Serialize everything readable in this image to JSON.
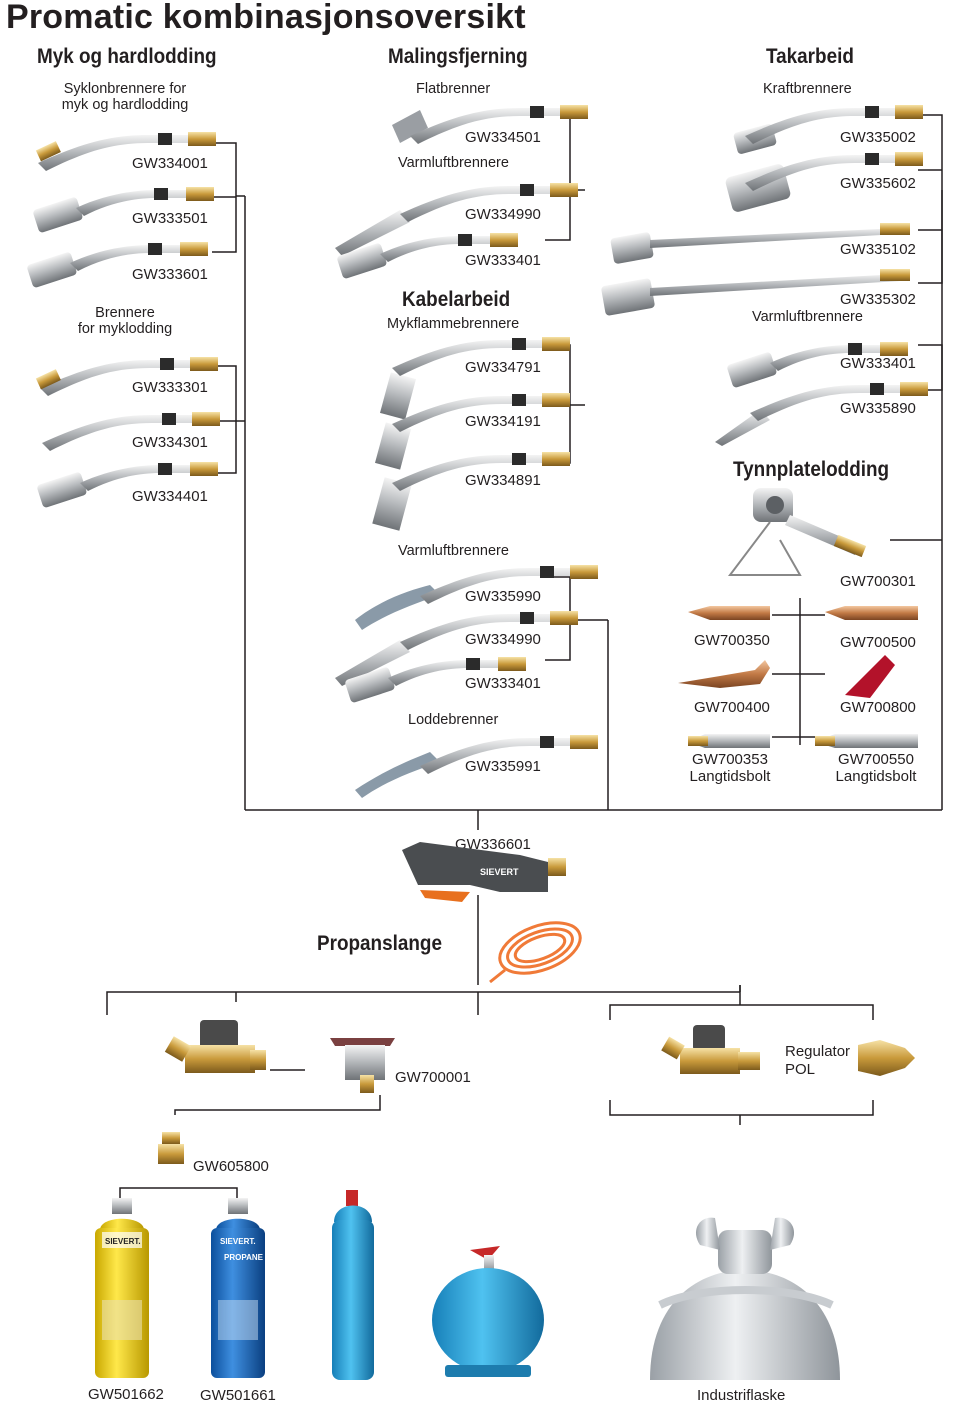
{
  "title": "Promatic kombinasjonsoversikt",
  "sections": {
    "myk": {
      "heading": "Myk og hardlodding",
      "subtitle1": "Syklonbrennere for",
      "subtitle2": "myk og hardlodding",
      "codes": [
        "GW334001",
        "GW333501",
        "GW333601"
      ],
      "subtitle_b1": "Brennere",
      "subtitle_b2": "for myklodding",
      "codes_b": [
        "GW333301",
        "GW334301",
        "GW334401"
      ]
    },
    "maling": {
      "heading": "Malingsfjerning",
      "sub_flat": "Flatbrenner",
      "code_flat": "GW334501",
      "sub_varm": "Varmluftbrennere",
      "codes_varm": [
        "GW334990",
        "GW333401"
      ]
    },
    "kabel": {
      "heading": "Kabelarbeid",
      "subtitle": "Mykflammebrennere",
      "codes": [
        "GW334791",
        "GW334191",
        "GW334891"
      ]
    },
    "tak": {
      "heading": "Takarbeid",
      "subtitle": "Kraftbrennere",
      "codes": [
        "GW335002",
        "GW335602",
        "GW335102",
        "GW335302"
      ],
      "sub_varm": "Varmluftbrennere",
      "codes_varm": [
        "GW333401",
        "GW335890"
      ]
    },
    "tynn": {
      "heading": "Tynnplatelodding",
      "code_main": "GW700301",
      "left_codes": [
        "GW700350",
        "GW700400",
        "GW700353"
      ],
      "left_note": "Langtidsbolt",
      "right_codes": [
        "GW700500",
        "GW700800",
        "GW700550"
      ],
      "right_note": "Langtidsbolt"
    },
    "varm2": {
      "subtitle": "Varmluftbrennere",
      "codes": [
        "GW335990",
        "GW334990",
        "GW333401"
      ],
      "sub_lodde": "Loddebrenner",
      "code_lodde": "GW335991"
    }
  },
  "handle_code": "GW336601",
  "hose_heading": "Propanslange",
  "regulators": {
    "code_valve": "GW700001",
    "label1": "Regulator",
    "label2": "POL",
    "adapter_code": "GW605800"
  },
  "cylinders": {
    "code_yellow": "GW501662",
    "code_blue": "GW501661",
    "label_industrial": "Industriflaske",
    "yellow_brand": "SIEVERT.",
    "blue_brand": "SIEVERT.",
    "blue_label": "PROPANE"
  },
  "handle_brand": "SIEVERT"
}
